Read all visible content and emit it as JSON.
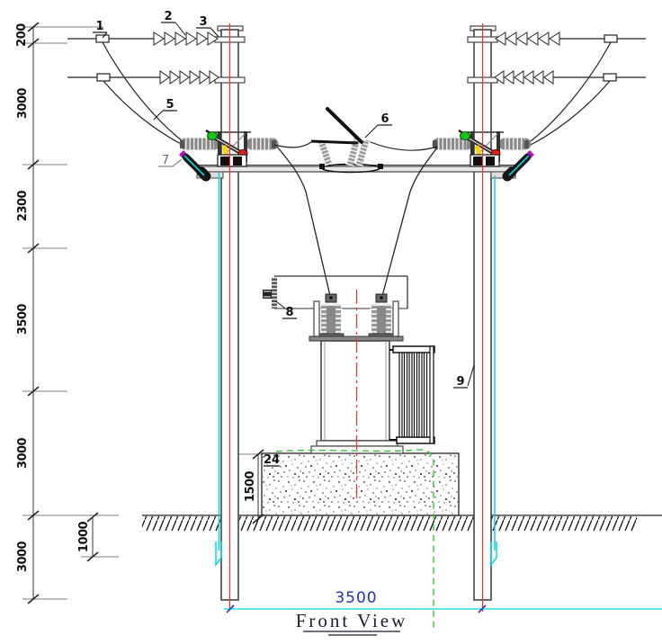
{
  "drawing": {
    "view_label": "Front View",
    "dimensions": {
      "chain_left": [
        "200",
        "3000",
        "2300",
        "3500",
        "3000",
        "3000"
      ],
      "burial_depth": "1000",
      "foundation_height": "1500",
      "pole_spacing": "3500"
    },
    "callouts": {
      "c1": "1",
      "c2": "2",
      "c3": "3",
      "c5": "5",
      "c6": "6",
      "c7": "7",
      "c8": "8",
      "c9": "9",
      "c24": "24"
    },
    "colors": {
      "centerline_red": "#ff2a2a",
      "ground_wire_cyan": "#00d5e8",
      "earth_link_green": "#35c435",
      "span_dim_blue": "#2233bb",
      "fuse_green": "#17c517",
      "fuse_red": "#e81d1d",
      "fuse_yellow": "#ffd400",
      "arrester_purple": "#b015c0"
    }
  }
}
